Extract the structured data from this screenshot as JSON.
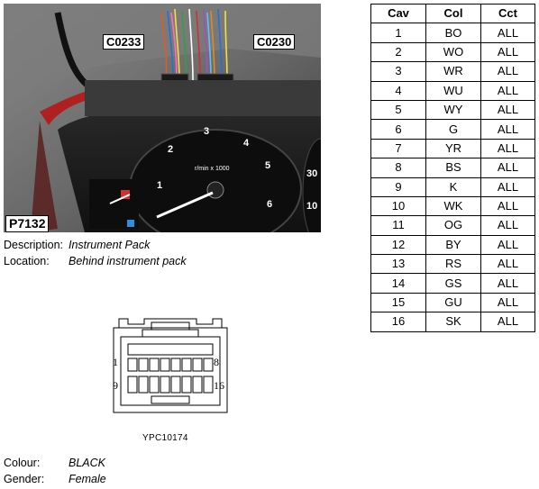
{
  "photo": {
    "labels": {
      "connector_left": "C0233",
      "connector_right": "C0230",
      "ref": "P7132"
    },
    "gauge_numbers": [
      "1",
      "2",
      "3",
      "4",
      "5",
      "6"
    ],
    "gauge_unit": "r/min x 1000",
    "speed_numbers": [
      "30",
      "10"
    ]
  },
  "description": {
    "label": "Description:",
    "value": "Instrument Pack"
  },
  "location": {
    "label": "Location:",
    "value": "Behind instrument pack"
  },
  "connector": {
    "ref": "YPC10174",
    "pin_labels": {
      "p1": "1",
      "p8": "8",
      "p9": "9",
      "p16": "16"
    }
  },
  "colour": {
    "label": "Colour:",
    "value": "BLACK"
  },
  "gender": {
    "label": "Gender:",
    "value": "Female"
  },
  "table": {
    "headers": [
      "Cav",
      "Col",
      "Cct"
    ],
    "rows": [
      [
        "1",
        "BO",
        "ALL"
      ],
      [
        "2",
        "WO",
        "ALL"
      ],
      [
        "3",
        "WR",
        "ALL"
      ],
      [
        "4",
        "WU",
        "ALL"
      ],
      [
        "5",
        "WY",
        "ALL"
      ],
      [
        "6",
        "G",
        "ALL"
      ],
      [
        "7",
        "YR",
        "ALL"
      ],
      [
        "8",
        "BS",
        "ALL"
      ],
      [
        "9",
        "K",
        "ALL"
      ],
      [
        "10",
        "WK",
        "ALL"
      ],
      [
        "11",
        "OG",
        "ALL"
      ],
      [
        "12",
        "BY",
        "ALL"
      ],
      [
        "13",
        "RS",
        "ALL"
      ],
      [
        "14",
        "GS",
        "ALL"
      ],
      [
        "15",
        "GU",
        "ALL"
      ],
      [
        "16",
        "SK",
        "ALL"
      ]
    ]
  }
}
